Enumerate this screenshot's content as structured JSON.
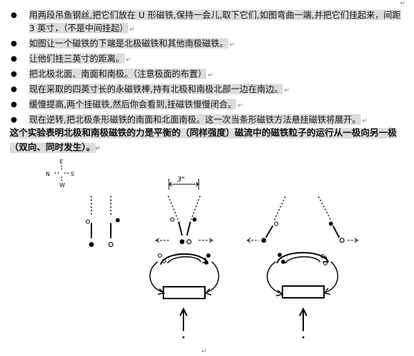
{
  "top_mark": "↵",
  "bullets": [
    "用两段吊鱼钢丝,把它们放在 U 形磁铁,保持一会儿,取下它们,如图弯曲一端,并把它们挂起来，间距 3 英寸，（不是中间挂起）",
    "如图让一个磁铁的下端是北极磁铁和其他南极磁铁。",
    "让他们挂三英寸的距离。",
    "把北极北面、南面和南极。（注意极面的布置）",
    "现在采取的四英寸长的永磁铁棒,持有北极和南极北部一边在南边。",
    "缓慢提高,两个挂磁铁,然后你会看到,挂磁铁慢慢闭合。",
    "现在逆转,把北极条形磁铁的南面和北面南极。这一次当条形磁铁方法悬挂磁铁将展开。"
  ],
  "summary": "这个实验表明北极和南极磁铁的力是平衡的（同样强度）磁流中的磁铁粒子的运行从一极向另一极（双向、同时发生）。",
  "compass": {
    "e": "E",
    "n": "N",
    "s": "S",
    "w": "W"
  },
  "dimension_label": "3\"",
  "bottom_mark": "↵"
}
